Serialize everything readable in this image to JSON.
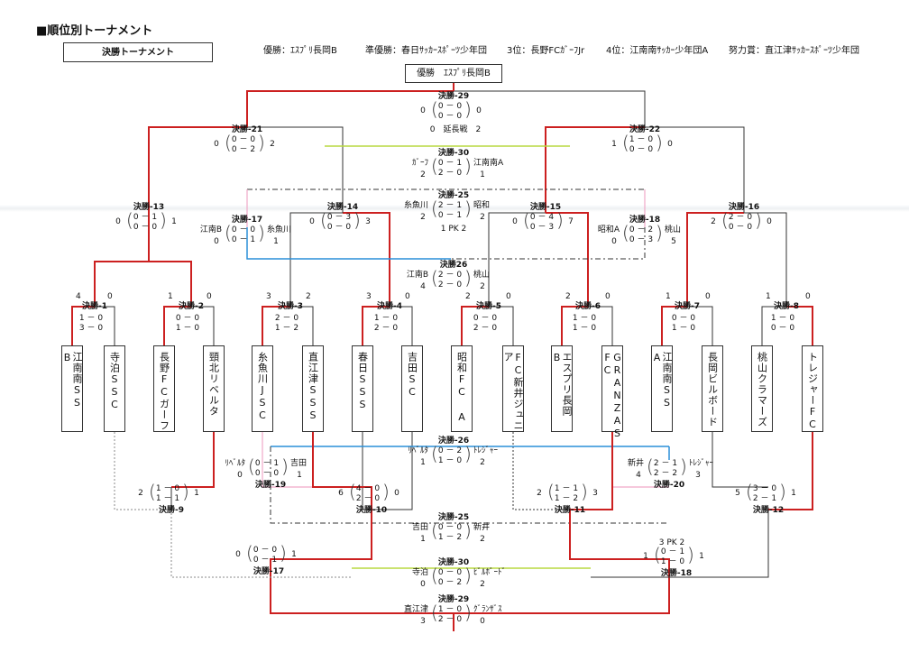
{
  "title": "■順位別トーナメント",
  "subtitle_box": "決勝トーナメント",
  "results": {
    "winner": "優勝：ｴｽﾌﾟﾘ長岡B",
    "runner_up": "準優勝：春日ｻｯｶｰｽﾎﾟｰﾂ少年団",
    "third": "3位：長野FCｶﾞｰﾌJr",
    "fourth": "4位：江南南ｻｯｶｰ少年団A",
    "effort": "努力賞：直江津ｻｯｶｰｽﾎﾟｰﾂ少年団"
  },
  "champion_box": "優勝　ｴｽﾌﾟﾘ長岡B",
  "teams": [
    "江南南SS B",
    "寺泊SSC",
    "長野FCガーフ",
    "頸北リベルタ",
    "糸魚川JSC",
    "直江津SSS",
    "春日SSS",
    "吉田SC",
    "昭和FC A",
    "FC新井ジュニア",
    "エスプリ長岡 B",
    "GRANZAS FC",
    "江南南SS A",
    "長岡ビルボード",
    "桃山クラマーズ",
    "トレジャーFC"
  ],
  "colors": {
    "winner_line": "#cc2020",
    "loser_line": "#333333",
    "gray_line": "#888888",
    "blue_line": "#2a8fd8",
    "pink_line": "#f0a8c8",
    "lime_line": "#b8d840"
  },
  "top": {
    "m29": {
      "name": "決勝-29",
      "a": "0",
      "b": "0",
      "r1": "0 － 0",
      "r2": "0 － 0",
      "ext": "0　延長戦　2"
    },
    "m21": {
      "name": "決勝-21",
      "a": "0",
      "b": "2",
      "r1": "0 － 0",
      "r2": "0 － 2"
    },
    "m22": {
      "name": "決勝-22",
      "a": "1",
      "b": "0",
      "r1": "1 － 0",
      "r2": "0 － 0"
    },
    "m30": {
      "name": "決勝-30",
      "ta": "ｶﾞｰﾌ",
      "tb": "江南南A",
      "a": "2",
      "b": "1",
      "r1": "0 － 1",
      "r2": "2 － 0"
    },
    "m25": {
      "name": "決勝-25",
      "ta": "糸魚川",
      "tb": "昭和",
      "a": "2",
      "b": "2",
      "r1": "2 － 1",
      "r2": "0 － 1",
      "pk": "1 PK 2"
    },
    "m13": {
      "name": "決勝-13",
      "a": "0",
      "b": "1",
      "r1": "0 － 1",
      "r2": "0 － 0"
    },
    "m14": {
      "name": "決勝-14",
      "a": "0",
      "b": "3",
      "r1": "0 － 3",
      "r2": "0 － 0"
    },
    "m15": {
      "name": "決勝-15",
      "a": "0",
      "b": "7",
      "r1": "0 － 4",
      "r2": "0 － 3"
    },
    "m16": {
      "name": "決勝-16",
      "a": "2",
      "b": "0",
      "r1": "2 － 0",
      "r2": "0 － 0"
    },
    "m17": {
      "name": "決勝-17",
      "ta": "江南B",
      "tb": "糸魚川",
      "a": "0",
      "b": "1",
      "r1": "0 － 0",
      "r2": "0 － 1"
    },
    "m18": {
      "name": "決勝-18",
      "ta": "昭和A",
      "tb": "桃山",
      "a": "0",
      "b": "5",
      "r1": "0 － 2",
      "r2": "0 － 3"
    },
    "m26": {
      "name": "決勝26",
      "ta": "江南B",
      "tb": "桃山",
      "a": "4",
      "b": "2",
      "r1": "2 － 0",
      "r2": "2 － 0"
    }
  },
  "first_round": [
    {
      "name": "決勝-1",
      "a": "4",
      "b": "0",
      "r1": "1 － 0",
      "r2": "3 － 0"
    },
    {
      "name": "決勝-2",
      "a": "1",
      "b": "0",
      "r1": "0 － 0",
      "r2": "1 － 0"
    },
    {
      "name": "決勝-3",
      "a": "3",
      "b": "2",
      "r1": "2 － 0",
      "r2": "1 － 2"
    },
    {
      "name": "決勝-4",
      "a": "3",
      "b": "0",
      "r1": "1 － 0",
      "r2": "2 － 0"
    },
    {
      "name": "決勝-5",
      "a": "2",
      "b": "0",
      "r1": "0 － 0",
      "r2": "2 － 0"
    },
    {
      "name": "決勝-6",
      "a": "2",
      "b": "0",
      "r1": "1 － 0",
      "r2": "1 － 0"
    },
    {
      "name": "決勝-7",
      "a": "1",
      "b": "0",
      "r1": "0 － 0",
      "r2": "1 － 0"
    },
    {
      "name": "決勝-8",
      "a": "1",
      "b": "0",
      "r1": "1 － 0",
      "r2": "0 － 0"
    }
  ],
  "bottom": {
    "m26": {
      "name": "決勝-26",
      "ta": "ﾘﾍﾞﾙﾀ",
      "tb": "ﾄﾚｼﾞｬｰ",
      "a": "1",
      "b": "2",
      "r1": "0 － 2",
      "r2": "1 － 0"
    },
    "m19": {
      "name": "決勝-19",
      "ta": "ﾘﾍﾞﾙﾀ",
      "tb": "吉田",
      "a": "0",
      "b": "1",
      "r1": "0 － 1",
      "r2": "0 － 0"
    },
    "m20": {
      "name": "決勝-20",
      "ta": "新井",
      "tb": "ﾄﾚｼﾞｬｰ",
      "a": "4",
      "b": "3",
      "r1": "2 － 1",
      "r2": "2 － 2"
    },
    "m9": {
      "name": "決勝-9",
      "a": "2",
      "b": "1",
      "r1": "1 － 0",
      "r2": "1 － 1"
    },
    "m10": {
      "name": "決勝-10",
      "a": "6",
      "b": "0",
      "r1": "4 － 0",
      "r2": "2 － 0"
    },
    "m11": {
      "name": "決勝-11",
      "a": "2",
      "b": "3",
      "r1": "1 － 1",
      "r2": "1 － 2"
    },
    "m12": {
      "name": "決勝-12",
      "a": "5",
      "b": "1",
      "r1": "3 － 0",
      "r2": "2 － 1"
    },
    "m25": {
      "name": "決勝-25",
      "ta": "吉田",
      "tb": "新井",
      "a": "1",
      "b": "2",
      "r1": "0 － 0",
      "r2": "1 － 2"
    },
    "m17": {
      "name": "決勝-17",
      "a": "0",
      "b": "1",
      "r1": "0 － 0",
      "r2": "0 － 1"
    },
    "m18": {
      "name": "決勝-18",
      "a": "1",
      "b": "1",
      "r1": "0 － 1",
      "r2": "1 － 0",
      "pk": "3 PK 2"
    },
    "m30": {
      "name": "決勝-30",
      "ta": "寺泊",
      "tb": "ﾋﾞﾙﾎﾞｰﾄﾞ",
      "a": "0",
      "b": "2",
      "r1": "0 － 0",
      "r2": "0 － 2"
    },
    "m29": {
      "name": "決勝-29",
      "ta": "直江津",
      "tb": "ｸﾞﾗﾝｻﾞｽ",
      "a": "3",
      "b": "0",
      "r1": "1 － 0",
      "r2": "2 － 0"
    }
  }
}
